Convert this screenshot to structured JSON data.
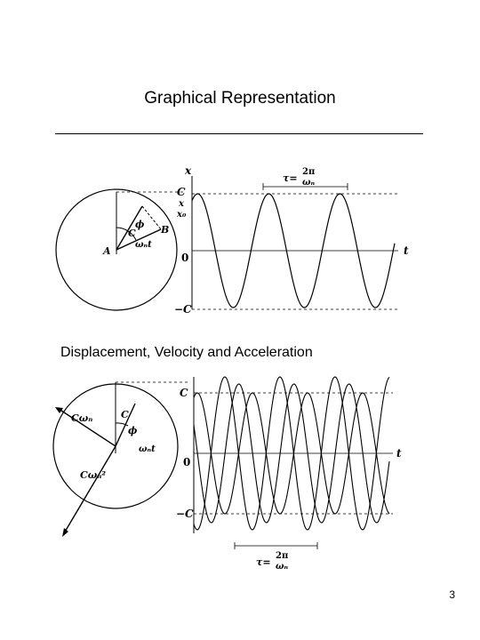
{
  "slide": {
    "title": "Graphical Representation",
    "subtitle": "Displacement, Velocity and Acceleration",
    "page_number": "3"
  },
  "figure1": {
    "labels": {
      "x_axis": "x",
      "t_axis": "t",
      "C_top": "C",
      "x_small": "x",
      "x0": "x₀",
      "zero": "0",
      "C_bottom": "−C",
      "period_tau": "τ=",
      "period_num": "2π",
      "period_den": "ωₙ",
      "circle_A": "A",
      "circle_B": "B",
      "circle_C": "C",
      "circle_phi": "ϕ",
      "circle_wnt": "ωₙt"
    }
  },
  "figure2": {
    "labels": {
      "C_top": "C",
      "t_axis": "t",
      "zero": "0",
      "C_bottom": "−C",
      "period_tau": "τ=",
      "period_num": "2π",
      "period_den": "ωₙ",
      "C_vec": "C",
      "Cwn_vec": "Cωₙ",
      "Cwn2_vec": "Cωₙ²",
      "phi": "ϕ",
      "wnt": "ωₙt"
    }
  }
}
